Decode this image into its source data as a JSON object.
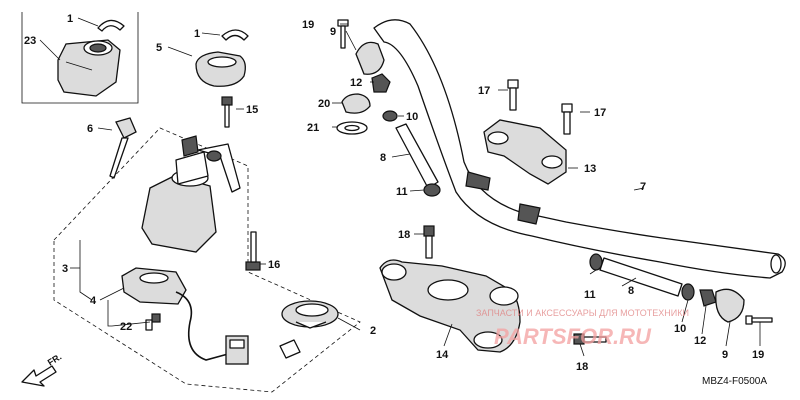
{
  "callouts": {
    "c1a": "1",
    "c1b": "1",
    "c2": "2",
    "c3": "3",
    "c4": "4",
    "c5": "5",
    "c6": "6",
    "c7": "7",
    "c8a": "8",
    "c8b": "8",
    "c9a": "9",
    "c9b": "9",
    "c10a": "10",
    "c10b": "10",
    "c11a": "11",
    "c11b": "11",
    "c12a": "12",
    "c12b": "12",
    "c13": "13",
    "c14": "14",
    "c15": "15",
    "c16": "16",
    "c17a": "17",
    "c17b": "17",
    "c18a": "18",
    "c18b": "18",
    "c19a": "19",
    "c19b": "19",
    "c20": "20",
    "c21": "21",
    "c22": "22",
    "c23": "23"
  },
  "diagram_code": "MBZ4-F0500A",
  "front_label": "FR.",
  "watermark": {
    "caption": "ЗАПЧАСТИ И АКСЕССУАРЫ ДЛЯ МОТОТЕХНИКИ",
    "logo": "PARTSFOR.RU"
  }
}
